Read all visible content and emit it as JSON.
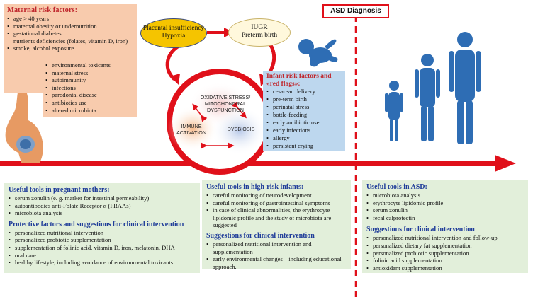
{
  "maternal": {
    "title": "Maternal risk factors:",
    "items": [
      "age > 40 years",
      "maternal obesity or undernutrition",
      "gestational diabetes"
    ],
    "sub": "nutrients deficiencies (folates, vitamin D, iron)",
    "last": "smoke, alcohol exposure",
    "list2": [
      "environmental toxicants",
      "maternal stress",
      "autoimmunity",
      "infections",
      "parodontal disease",
      "antibiotics use",
      "altered microbiota"
    ]
  },
  "placental": {
    "line1": "Placental insufficiency",
    "line2": "Hypoxia"
  },
  "iugr": {
    "line1": "IUGR",
    "line2": "Preterm birth"
  },
  "asd": {
    "title": "ASD Diagnosis"
  },
  "circle": {
    "top_line1": "OXIDATIVE STRESS/",
    "top_line2": "MITOCHONDRAL",
    "top_line3": "DYSFUNCTION",
    "left_line1": "IMMUNE",
    "left_line2": "ACTIVATION",
    "right": "DYSBIOSIS"
  },
  "infant": {
    "title_line1": "Infant risk factors and",
    "title_line2": "«red flags»:",
    "items": [
      "cesarean delivery",
      "pre-term birth",
      "perinatal stress",
      "bottle-feeding",
      "early antibiotic use",
      "early  infections",
      "allergy",
      "persistent crying"
    ]
  },
  "pregnant": {
    "title": "Useful tools in pregnant mothers:",
    "items": [
      "serum zonulin (e. g. marker for intestinal permeability)",
      "autoantibodies anti-Folate Receptor α (FRAAs)",
      "microbiota analysis"
    ],
    "title2": "Protective factors and suggestions for clinical intervention",
    "items2": [
      "personalized nutritional intervention",
      "personalized probiotic supplementation",
      "supplementation of folinic acid, vitamin D, iron, melatonin, DHA",
      "oral care",
      "healthy lifestyle, including avoidance of environmental toxicants"
    ]
  },
  "highrisk": {
    "title": "Useful tools in high-risk infants:",
    "items": [
      "careful monitoring of neurodevelopment",
      "careful monitoring of gastrointestinal symptoms",
      "in case of clinical abnormalities, the erythrocyte lipidomic profile and the study of microbiota are suggested"
    ],
    "title2": "Suggestions for clinical intervention",
    "items2": [
      "personalized nutritional intervention and supplementation",
      "early environmental changes – including educational approach."
    ]
  },
  "asdtools": {
    "title": "Useful tools in ASD:",
    "items": [
      "microbiota analysis",
      "erythrocyte lipidomic profile",
      "serum zonulin",
      "fecal calprotectin"
    ],
    "title2": "Suggestions for clinical intervention",
    "items2": [
      "personalized nutritional intervention and follow-up",
      "personalized dietary fat supplementation",
      "personalized probiotic supplementation",
      "folinic acid supplementation",
      "antioxidant supplementation"
    ]
  },
  "colors": {
    "red": "#e0101a",
    "peach": "#f8cbad",
    "blue_box": "#bdd7ee",
    "green_box": "#e2efda",
    "yellow": "#f5c400",
    "figure_blue": "#2e6db4",
    "figure_skin": "#e79a63"
  }
}
